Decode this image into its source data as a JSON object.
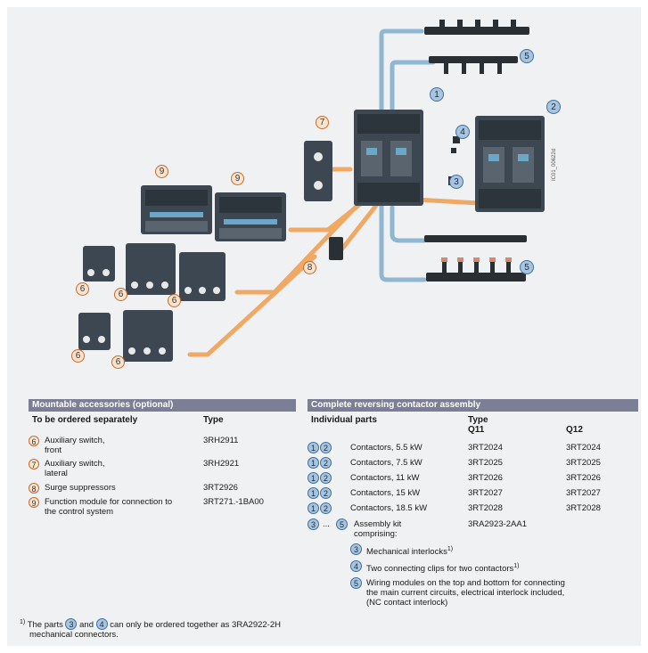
{
  "figure": {
    "image_id": "IC01_00622d",
    "callouts": {
      "c1": "1",
      "c2": "2",
      "c3": "3",
      "c4": "4",
      "c5a": "5",
      "c5b": "5",
      "c6a": "6",
      "c6b": "6",
      "c6c": "6",
      "c6d": "6",
      "c6e": "6",
      "c7": "7",
      "c8": "8",
      "c9a": "9",
      "c9b": "9"
    },
    "colors": {
      "orange_lead": "#f0a865",
      "blue_lead": "#8fb7d4",
      "device": "#3b4650"
    }
  },
  "left_panel": {
    "title": "Mountable accessories (optional)",
    "col1": "To be ordered separately",
    "col2": "Type",
    "rows": [
      {
        "n": "6",
        "line1": "Auxiliary switch,",
        "line2": "front",
        "type": "3RH2911"
      },
      {
        "n": "7",
        "line1": "Auxiliary switch,",
        "line2": "lateral",
        "type": "3RH2921"
      },
      {
        "n": "8",
        "line1": "Surge suppressors",
        "line2": "",
        "type": "3RT2926"
      },
      {
        "n": "9",
        "line1": "Function module for connection to",
        "line2": "the control system",
        "type": "3RT271.-1BA00"
      }
    ]
  },
  "right_panel": {
    "title": "Complete reversing contactor assembly",
    "col1": "Individual parts",
    "col2": "Type",
    "q11": "Q11",
    "q12": "Q12",
    "contactors": [
      {
        "label": "Contactors, 5.5 kW",
        "q11": "3RT2024",
        "q12": "3RT2024"
      },
      {
        "label": "Contactors, 7.5 kW",
        "q11": "3RT2025",
        "q12": "3RT2025"
      },
      {
        "label": "Contactors, 11 kW",
        "q11": "3RT2026",
        "q12": "3RT2026"
      },
      {
        "label": "Contactors, 15 kW",
        "q11": "3RT2027",
        "q12": "3RT2027"
      },
      {
        "label": "Contactors, 18.5 kW",
        "q11": "3RT2028",
        "q12": "3RT2028"
      }
    ],
    "badge1": "1",
    "badge2": "2",
    "kit": {
      "from": "3",
      "dots": "...",
      "to": "5",
      "line1": "Assembly kit",
      "line2": "comprising:",
      "type": "3RA2923-2AA1"
    },
    "sub": [
      {
        "n": "3",
        "text": "Mechanical interlocks",
        "sup": "1)"
      },
      {
        "n": "4",
        "text": "Two connecting clips for two contactors",
        "sup": "1)"
      },
      {
        "n": "5",
        "line1": "Wiring modules on the top and bottom for connecting",
        "line2": "the main current circuits, electrical interlock included,",
        "line3": "(NC contact interlock)"
      }
    ]
  },
  "footnote": {
    "sup": "1)",
    "pre": "The parts",
    "b3": "3",
    "mid": "and",
    "b4": "4",
    "post": "can only be ordered together as 3RA2922-2H",
    "line2": "mechanical connectors."
  }
}
